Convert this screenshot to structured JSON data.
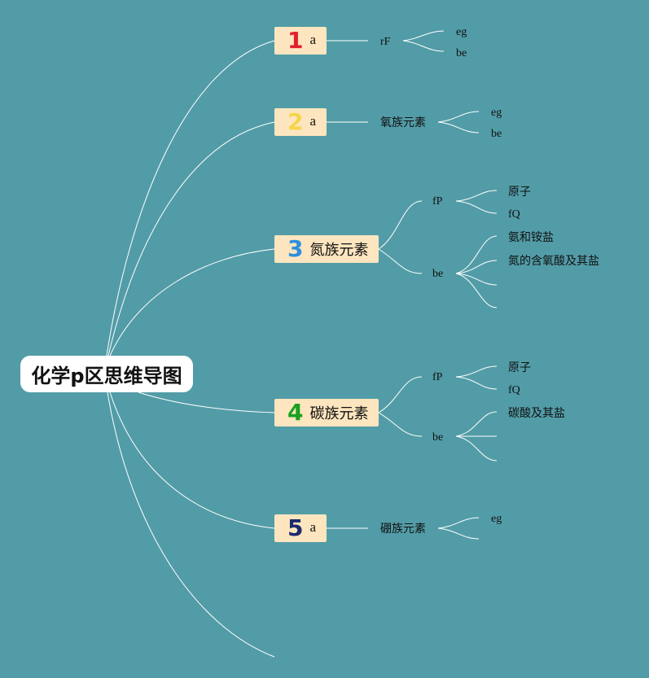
{
  "root": {
    "title": "化学p区思维导图"
  },
  "colors": {
    "background": "#529ca7",
    "node_fill": "#fde5bf",
    "num1": "#e0212e",
    "num2": "#f5d54a",
    "num3": "#2e8fde",
    "num4": "#1aa01f",
    "num5": "#1c2a6e"
  },
  "branches": [
    {
      "num": "1",
      "label": "a",
      "sub": [
        "rF"
      ],
      "leaves": [
        "eg",
        "be"
      ]
    },
    {
      "num": "2",
      "label": "a",
      "sub": [
        "氧族元素"
      ],
      "leaves": [
        "eg",
        "be"
      ]
    },
    {
      "num": "3",
      "label": "氮族元素",
      "sub": [
        "fP",
        "be"
      ],
      "leaves": [
        "原子",
        "fQ",
        "氨和铵盐",
        "氮的含氧酸及其盐"
      ]
    },
    {
      "num": "4",
      "label": "碳族元素",
      "sub": [
        "fP",
        "be"
      ],
      "leaves": [
        "原子",
        "fQ",
        "碳酸及其盐"
      ]
    },
    {
      "num": "5",
      "label": "a",
      "sub": [
        "硼族元素"
      ],
      "leaves": [
        "eg"
      ]
    }
  ]
}
